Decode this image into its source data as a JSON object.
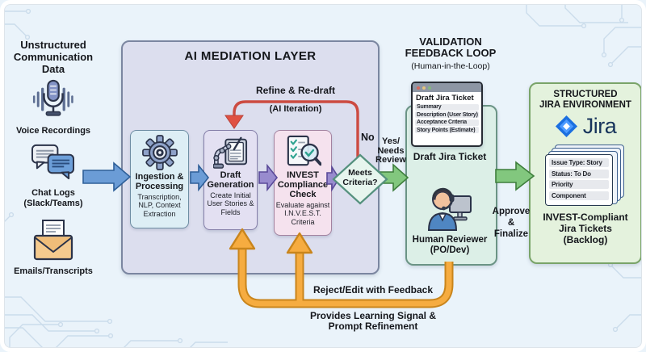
{
  "colors": {
    "background": "#eaf3fa",
    "ai_layer_fill": "#dcdeee",
    "ingestion_fill": "#ddeef5",
    "draft_fill": "#e3e0f2",
    "invest_fill": "#f5e2ee",
    "diamond_fill": "#e7f5ee",
    "validation_fill": "#dcefe7",
    "jira_fill": "#e4f2dd",
    "arrow_blue": "#6b9cd6",
    "arrow_purple": "#988bce",
    "arrow_green": "#82c77e",
    "arrow_red": "#d9534a",
    "arrow_orange": "#f6ac40",
    "jira_blue": "#1b6fe0"
  },
  "sources": {
    "heading": "Unstructured\nCommunication\nData",
    "items": [
      {
        "icon": "microphone-icon",
        "label": "Voice Recordings"
      },
      {
        "icon": "chat-bubbles-icon",
        "label": "Chat Logs\n(Slack/Teams)"
      },
      {
        "icon": "envelope-icon",
        "label": "Emails/Transcripts"
      }
    ]
  },
  "ai_layer": {
    "title": "AI MEDIATION LAYER",
    "refine_label": "Refine & Re-draft",
    "refine_sub": "(AI Iteration)",
    "no_label": "No",
    "yes_label": "Yes/\nNeeds\nReview",
    "decision_label": "Meets\nCriteria?",
    "boxes": [
      {
        "icon": "gear-icon",
        "title": "Ingestion &\nProcessing",
        "subtitle": "Transcription,\nNLP, Context\nExtraction"
      },
      {
        "icon": "robot-arm-icon",
        "title": "Draft\nGeneration",
        "subtitle": "Create Initial\nUser Stories &\nFields"
      },
      {
        "icon": "checklist-magnifier-icon",
        "title": "INVEST\nCompliance\nCheck",
        "subtitle": "Evaluate against\nI.N.V.E.S.T.\nCriteria"
      }
    ]
  },
  "validation": {
    "title": "VALIDATION\nFEEDBACK LOOP",
    "subtitle": "(Human-in-the-Loop)",
    "ticket_window": {
      "header": "Draft Jira Ticket",
      "rows": [
        "Summary",
        "Description (User Story)",
        "Acceptance Criteria",
        "Story Points (Estimate)"
      ]
    },
    "ticket_label": "Draft Jira Ticket",
    "reviewer_label": "Human Reviewer\n(PO/Dev)",
    "approve_label": "Approve\n&\nFinalize"
  },
  "jira": {
    "title": "STRUCTURED\nJIRA ENVIRONMENT",
    "logo_text": "Jira",
    "card_rows": [
      "Issue Type: Story",
      "Status: To Do",
      "Priority",
      "Component"
    ],
    "label": "INVEST-Compliant\nJira Tickets\n(Backlog)"
  },
  "feedback": {
    "reject_label": "Reject/Edit with Feedback",
    "learning_label": "Provides Learning Signal &\nPrompt Refinement"
  }
}
